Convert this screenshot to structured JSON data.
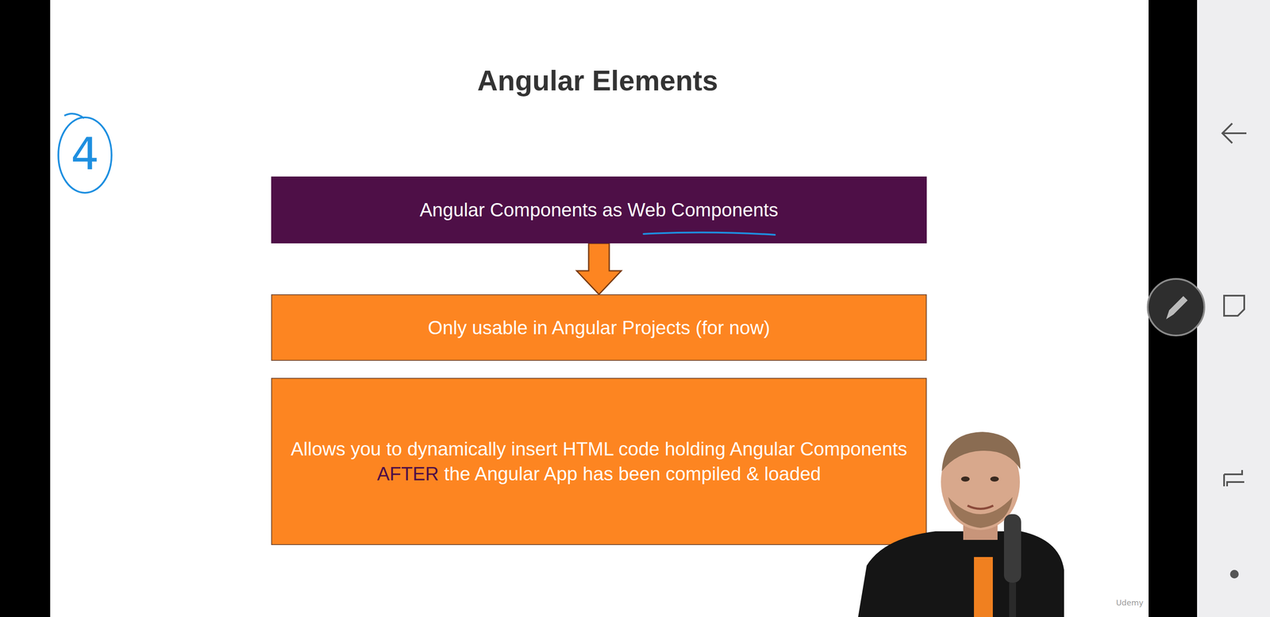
{
  "diagram": {
    "title": "Angular Elements",
    "nodes": [
      {
        "text": [
          "Angular Components as Web Components"
        ]
      },
      {
        "text": [
          "Only usable in Angular Projects (for now)"
        ]
      },
      {
        "text": [
          "Allows you to dynamically insert HTML code holding Angular Components AFTER the Angular App has been compiled & loaded"
        ]
      }
    ],
    "edges": [
      {
        "from": 0,
        "to": 1,
        "arrow": "to"
      }
    ],
    "labels": [
      "4",
      "Udemy"
    ]
  }
}
